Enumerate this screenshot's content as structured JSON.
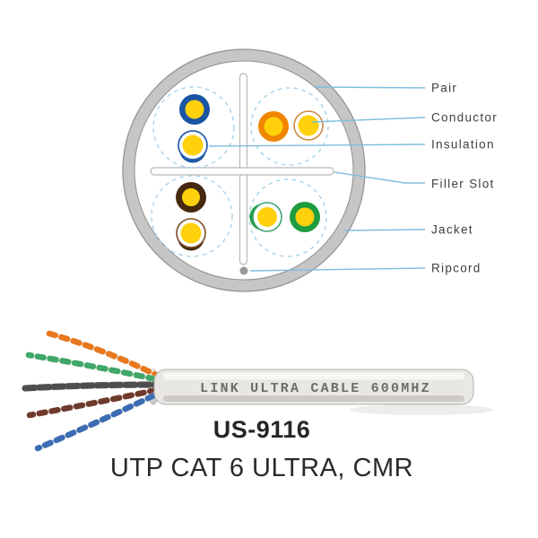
{
  "product": {
    "model": "US-9116",
    "description": "UTP CAT 6 ULTRA, CMR"
  },
  "cable_photo": {
    "jacket_print": "LINK ULTRA CABLE 600MHZ"
  },
  "cross_section": {
    "labels": {
      "pair": "Pair",
      "conductor": "Conductor",
      "insulation": "Insulation",
      "filler_slot": "Filler Slot",
      "jacket": "Jacket",
      "ripcord": "Ripcord"
    }
  },
  "colors": {
    "yellow": "#ffd10c",
    "blue_ring": "#1a55a3",
    "blue_outline": "#2b62ae",
    "orange_ring": "#f08500",
    "orange_outline": "#cd8a45",
    "brown_ring": "#45290f",
    "brown_outline": "#7a4b28",
    "green_ring": "#1e9c40",
    "green_outline": "#3da573",
    "pair_dash_circle": "#a9d2ea",
    "leader_line": "#7fbede",
    "jacket_gray": "#c6c6c6",
    "jacket_edge": "#949494",
    "ripcord_gray": "#9a9a9a",
    "filler_stroke": "#b8b8b8",
    "wire_orange": "#e8781e",
    "wire_green": "#3fa769",
    "wire_gray": "#4e4e4e",
    "wire_brown": "#6e3a2c",
    "wire_blue": "#3c6cb4",
    "jacket_print_text": "#6e6d6b"
  }
}
